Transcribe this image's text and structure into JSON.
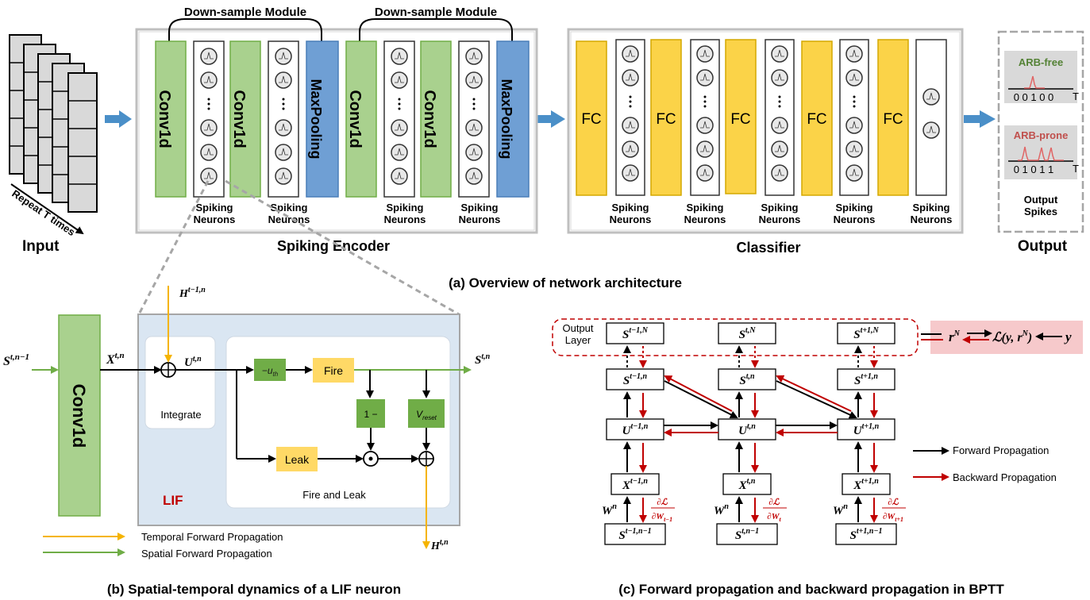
{
  "panel_a": {
    "input_label": "Input",
    "repeat_label": "Repeat T times",
    "downsample_1": "Down-sample Module",
    "downsample_2": "Down-sample Module",
    "conv1d": "Conv1d",
    "maxpooling": "MaxPooling",
    "spiking_neurons": "Spiking\nNeurons",
    "encoder_label": "Spiking Encoder",
    "fc": "FC",
    "classifier_label": "Classifier",
    "output_label": "Output",
    "arb_free": "ARB-free",
    "arb_free_bits": "0 0 1 0 0",
    "arb_prone": "ARB-prone",
    "arb_prone_bits": "0 1 0 1 1",
    "t_symbol": "T",
    "output_spikes": "Output\nSpikes",
    "caption": "(a) Overview of network architecture"
  },
  "panel_b": {
    "conv1d": "Conv1d",
    "input_spike": "S",
    "integrate": "Integrate",
    "neg_uth": "−u",
    "fire": "Fire",
    "one_minus": "1 −",
    "v_reset": "V",
    "leak": "Leak",
    "fire_and_leak": "Fire and Leak",
    "lif": "LIF",
    "temporal_legend": "Temporal Forward Propagation",
    "spatial_legend": "Spatial Forward Propagation",
    "caption": "(b) Spatial-temporal dynamics of a LIF neuron"
  },
  "panel_c": {
    "output_layer": "Output\nLayer",
    "forward_legend": "Forward Propagation",
    "backward_legend": "Backward Propagation",
    "caption": "(c) Forward propagation and backward propagation in BPTT"
  },
  "colors": {
    "conv_green": "#a9d18e",
    "maxpool_blue": "#6f9fd4",
    "fc_yellow": "#fbd348",
    "lif_bg": "#dae6f2",
    "temporal_orange": "#f5b400",
    "spatial_green": "#70ad47",
    "backward_red": "#c00000",
    "loss_pink": "#f6c9cb",
    "arrow_blue": "#4a8fc8"
  }
}
